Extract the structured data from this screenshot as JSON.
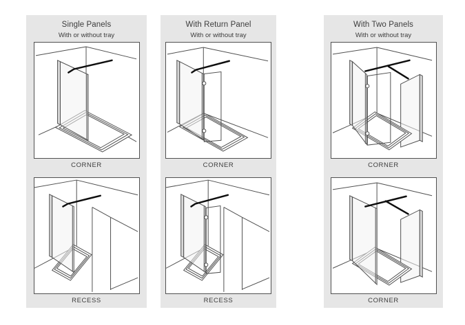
{
  "colors": {
    "page_bg": "#ffffff",
    "card_bg": "#e6e6e6",
    "box_bg": "#ffffff",
    "line": "#4f4f4f",
    "bar": "#0e0e0e",
    "glass": "#f2f2f2",
    "frame": "#d9d9d9",
    "text": "#3c3c3c"
  },
  "columns": [
    {
      "title": "Single Panels",
      "subtitle": "With or without tray",
      "diagrams": [
        {
          "label": "CORNER"
        },
        {
          "label": "RECESS"
        }
      ]
    },
    {
      "title": "With Return Panel",
      "subtitle": "With or without tray",
      "diagrams": [
        {
          "label": "CORNER"
        },
        {
          "label": "RECESS"
        }
      ]
    },
    {
      "title": "With Two Panels",
      "subtitle": "With or without tray",
      "diagrams": [
        {
          "label": "CORNER"
        },
        {
          "label": "CORNER"
        }
      ]
    }
  ]
}
